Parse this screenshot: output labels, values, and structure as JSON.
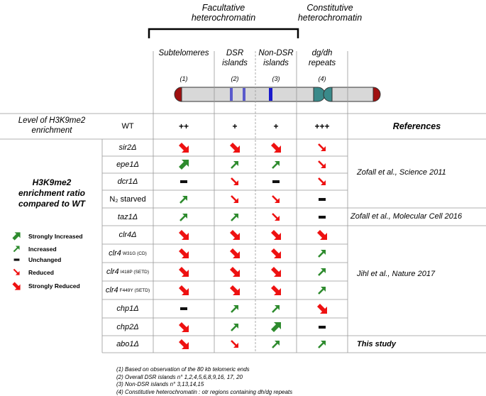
{
  "header": {
    "facultative": [
      "Facultative",
      "heterochromatin"
    ],
    "constitutive": [
      "Constitutive",
      "heterochromatin"
    ],
    "columns": [
      {
        "title": [
          "Subtelomeres"
        ],
        "num": "(1)"
      },
      {
        "title": [
          "DSR",
          "islands"
        ],
        "num": "(2)"
      },
      {
        "title": [
          "Non-DSR",
          "islands"
        ],
        "num": "(3)"
      },
      {
        "title": [
          "dg/dh",
          "repeats"
        ],
        "num": "(4)"
      }
    ]
  },
  "table": {
    "level_label": [
      "Level of H3K9me2",
      "enrichment"
    ],
    "wt_label": "WT",
    "wt_levels": [
      "++",
      "+",
      "+",
      "+++"
    ],
    "references_header": "References",
    "ratio_label": [
      "H3K9me2",
      "enrichment ratio",
      "compared to WT"
    ],
    "rows": [
      {
        "name": "sir2Δ",
        "sup": "",
        "marks": [
          "strong-reduced",
          "strong-reduced",
          "strong-reduced",
          "reduced"
        ]
      },
      {
        "name": "epe1Δ",
        "sup": "",
        "marks": [
          "strong-increased",
          "increased",
          "increased",
          "reduced"
        ]
      },
      {
        "name": "dcr1Δ",
        "sup": "",
        "marks": [
          "unchanged",
          "reduced",
          "unchanged",
          "reduced"
        ]
      },
      {
        "name": "N₂ starved",
        "sup": "",
        "marks": [
          "increased",
          "reduced",
          "reduced",
          "unchanged"
        ]
      },
      {
        "name": "taz1Δ",
        "sup": "",
        "marks": [
          "increased",
          "increased",
          "reduced",
          "unchanged"
        ]
      },
      {
        "name": "clr4Δ",
        "sup": "",
        "marks": [
          "strong-reduced",
          "strong-reduced",
          "strong-reduced",
          "strong-reduced"
        ]
      },
      {
        "name": "clr4",
        "sup": "W31G (CD)",
        "marks": [
          "strong-reduced",
          "strong-reduced",
          "strong-reduced",
          "increased"
        ]
      },
      {
        "name": "clr4",
        "sup": "I418P (SETD)",
        "marks": [
          "strong-reduced",
          "strong-reduced",
          "strong-reduced",
          "increased"
        ]
      },
      {
        "name": "clr4",
        "sup": "F449Y (SETD)",
        "marks": [
          "strong-reduced",
          "strong-reduced",
          "strong-reduced",
          "increased"
        ]
      },
      {
        "name": "chp1Δ",
        "sup": "",
        "marks": [
          "unchanged",
          "increased",
          "increased",
          "strong-reduced"
        ]
      },
      {
        "name": "chp2Δ",
        "sup": "",
        "marks": [
          "strong-reduced",
          "increased",
          "strong-increased",
          "unchanged"
        ]
      },
      {
        "name": "abo1Δ",
        "sup": "",
        "marks": [
          "strong-reduced",
          "reduced",
          "increased",
          "increased"
        ]
      }
    ],
    "references": [
      {
        "text": "Zofall et al., Science 2011",
        "bold": false
      },
      {
        "text": "Zofall et al., Molecular Cell 2016",
        "bold": false
      },
      {
        "text": "Jihl et al., Nature 2017",
        "bold": false
      },
      {
        "text": "This study",
        "bold": true
      }
    ]
  },
  "legend": [
    {
      "icon": "strong-increased",
      "label": "Strongly Increased"
    },
    {
      "icon": "increased",
      "label": "Increased"
    },
    {
      "icon": "unchanged",
      "label": "Unchanged"
    },
    {
      "icon": "reduced",
      "label": "Reduced"
    },
    {
      "icon": "strong-reduced",
      "label": "Strongly Reduced"
    }
  ],
  "footnotes": [
    "(1)   Based on observation of the 80 kb telomeric ends",
    "(2)   Overall DSR islands n° 1,2,4,5,6,8,9,16, 17, 20",
    "(3)   Non-DSR islands n° 3,13,14,15",
    "(4)   Constitutive heterochromatin : otr regions containing dh/dg repeats"
  ],
  "colors": {
    "green": "#2e8b2e",
    "red": "#ee1111",
    "centromere": "#3a8a8a",
    "telomere": "#a01010",
    "island": "#1a1acc",
    "chrom": "#d8d8d8"
  }
}
